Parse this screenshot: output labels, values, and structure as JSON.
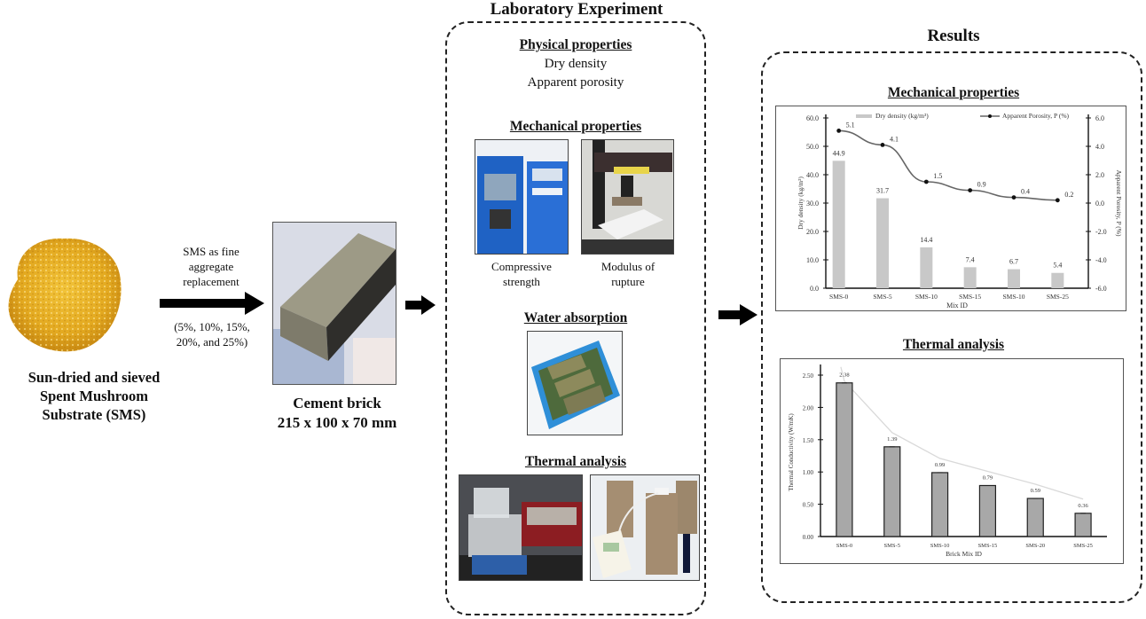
{
  "stage1": {
    "image_label": "spent-mushroom-substrate-pile",
    "caption_lines": [
      "Sun-dried and sieved",
      "Spent Mushroom",
      "Substrate (SMS)"
    ]
  },
  "arrow1": {
    "top_lines": [
      "SMS as fine",
      "aggregate",
      "replacement"
    ],
    "bottom_lines": [
      "(5%, 10%, 15%,",
      "20%, and 25%)"
    ]
  },
  "stage2": {
    "image_label": "cement-brick-photo",
    "caption_lines": [
      "Cement brick",
      "215 x 100 x 70 mm"
    ]
  },
  "lab": {
    "title": "Laboratory Experiment",
    "physical": {
      "title": "Physical properties",
      "items": [
        "Dry density",
        "Apparent porosity"
      ]
    },
    "mechanical": {
      "title": "Mechanical properties",
      "photos": [
        {
          "caption_lines": [
            "Compressive",
            "strength"
          ]
        },
        {
          "caption_lines": [
            "Modulus of",
            "rupture"
          ]
        }
      ]
    },
    "water": {
      "title": "Water absorption"
    },
    "thermal": {
      "title": "Thermal  analysis"
    }
  },
  "results": {
    "title": "Results",
    "mechanical_title": "Mechanical properties",
    "thermal_title": "Thermal  analysis"
  },
  "colors": {
    "bar_light": "#c8c8c8",
    "bar_dark": "#a8a8a8",
    "line": "#666666",
    "trend": "#d9d9d9",
    "pile": "#e8b22a"
  },
  "chart_data": [
    {
      "type": "bar",
      "title": "Mechanical properties",
      "categories": [
        "SMS-0",
        "SMS-5",
        "SMS-10",
        "SMS-15",
        "SMS-10",
        "SMS-25"
      ],
      "xlabel": "Mix ID",
      "ylabel": "Dry density (kg/m³)",
      "y2label": "Apparent Porosity, P (%)",
      "ylim": [
        0,
        60
      ],
      "yticks": [
        "0.0",
        "10.0",
        "20.0",
        "30.0",
        "40.0",
        "50.0",
        "60.0"
      ],
      "y2lim": [
        -6,
        6
      ],
      "y2ticks": [
        "-6.0",
        "-4.0",
        "-2.0",
        "0.0",
        "2.0",
        "4.0",
        "6.0"
      ],
      "legend": [
        "Dry density (kg/m³)",
        "Apparent Porosity, P (%)"
      ],
      "legend_position": "top",
      "series": [
        {
          "name": "Dry density (kg/m³)",
          "type": "bar",
          "axis": "left",
          "values": [
            44.9,
            31.7,
            14.4,
            7.4,
            6.7,
            5.4
          ],
          "labels": [
            "44.9",
            "31.7",
            "14.4",
            "7.4",
            "6.7",
            "5.4"
          ]
        },
        {
          "name": "Apparent Porosity, P (%)",
          "type": "line",
          "axis": "right",
          "values": [
            5.1,
            4.1,
            1.5,
            0.9,
            0.4,
            0.2
          ],
          "labels": [
            "5.1",
            "4.1",
            "1.5",
            "0.9",
            "0.4",
            "0.2"
          ]
        }
      ]
    },
    {
      "type": "bar",
      "title": "Thermal  analysis",
      "categories": [
        "SMS-0",
        "SMS-5",
        "SMS-10",
        "SMS-15",
        "SMS-20",
        "SMS-25"
      ],
      "xlabel": "Brick Mix ID",
      "ylabel": "Thermal Conductivity (W/mK)",
      "ylim": [
        0,
        2.5
      ],
      "yticks": [
        "0.00",
        "0.50",
        "1.00",
        "1.50",
        "2.00",
        "2.50"
      ],
      "series": [
        {
          "name": "Thermal Conductivity (W/mK)",
          "values": [
            2.38,
            1.39,
            0.99,
            0.79,
            0.59,
            0.36
          ],
          "labels": [
            "2.38",
            "1.39",
            "0.99",
            "0.79",
            "0.59",
            "0.36"
          ]
        }
      ],
      "trendline": "power (light gray)"
    }
  ]
}
